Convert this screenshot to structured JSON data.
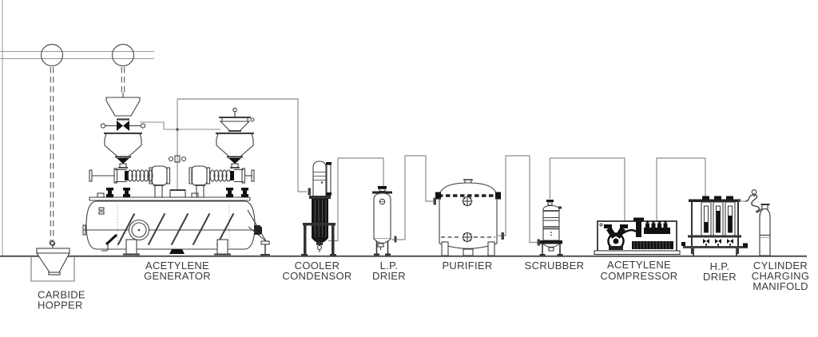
{
  "diagram": {
    "type": "process-flow-line-drawing",
    "subject": "Acetylene gas plant equipment layout",
    "colors": {
      "background": "#ffffff",
      "equipment_line": "#3f3f3f",
      "pipe_line": "#8c8c8c",
      "dark_fill": "#111111",
      "ground_line": "#5a5a5a",
      "label_text": "#3a3a3a"
    }
  },
  "equipment": [
    {
      "id": "carbide-hopper",
      "label_lines": [
        "CARBIDE",
        "HOPPER"
      ]
    },
    {
      "id": "acetylene-generator",
      "label_lines": [
        "ACETYLENE",
        "GENERATOR"
      ]
    },
    {
      "id": "cooler-condensor",
      "label_lines": [
        "COOLER",
        "CONDENSOR"
      ]
    },
    {
      "id": "lp-drier",
      "label_lines": [
        "L.P.",
        "DRIER"
      ]
    },
    {
      "id": "purifier",
      "label_lines": [
        "PURIFIER"
      ]
    },
    {
      "id": "scrubber",
      "label_lines": [
        "SCRUBBER"
      ]
    },
    {
      "id": "acetylene-compressor",
      "label_lines": [
        "ACETYLENE",
        "COMPRESSOR"
      ]
    },
    {
      "id": "hp-drier",
      "label_lines": [
        "H.P.",
        "DRIER"
      ]
    },
    {
      "id": "cylinder-charging-manifold",
      "label_lines": [
        "CYLINDER",
        "CHARGING",
        "MANIFOLD"
      ]
    }
  ],
  "flow_connections": [
    "carbide-hopper > acetylene-generator",
    "acetylene-generator > cooler-condensor",
    "cooler-condensor > lp-drier",
    "lp-drier > purifier",
    "purifier > scrubber",
    "scrubber > acetylene-compressor",
    "acetylene-compressor > hp-drier",
    "hp-drier > cylinder-charging-manifold"
  ]
}
